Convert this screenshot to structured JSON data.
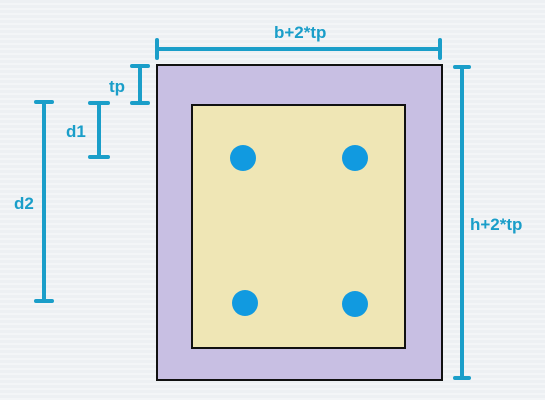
{
  "labels": {
    "width": "b+2*tp",
    "height": "h+2*tp",
    "plate_thickness": "tp",
    "d1": "d1",
    "d2": "d2"
  },
  "colors": {
    "plate_fill": "#c8bfe3",
    "core_fill": "#efe6b5",
    "outline": "#111111",
    "dimension": "#1a9ec9",
    "bolt": "#119ae0"
  },
  "bolts": {
    "count": 4
  }
}
